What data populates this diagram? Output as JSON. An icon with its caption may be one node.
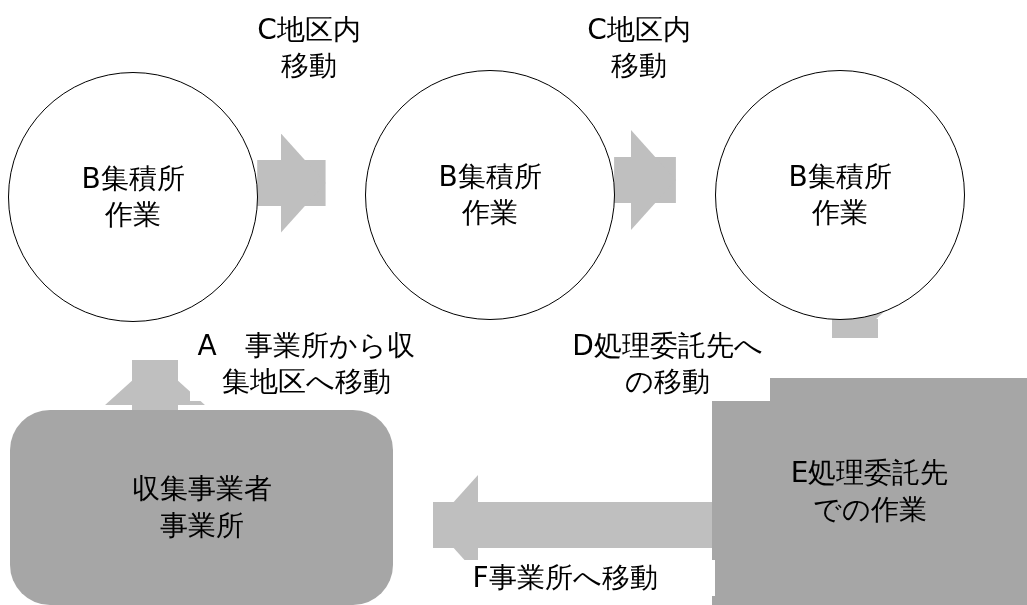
{
  "diagram": {
    "nodes": [
      {
        "text": [
          "B集積所作業"
        ]
      },
      {
        "text": [
          "B集積所作業"
        ]
      },
      {
        "text": [
          "B集積所作業"
        ]
      },
      {
        "text": [
          "収集事業者事業所"
        ]
      },
      {
        "text": [
          "E処理委託先での作業"
        ]
      }
    ],
    "edges": [
      {
        "from": 3,
        "to": 0,
        "arrow": "to",
        "label": "A　事業所から収集地区へ移動"
      },
      {
        "from": 0,
        "to": 1,
        "arrow": "to",
        "label": "C地区内移動"
      },
      {
        "from": 1,
        "to": 2,
        "arrow": "to",
        "label": "C地区内移動"
      },
      {
        "from": 2,
        "to": 4,
        "arrow": "to",
        "label": "D処理委託先への移動"
      },
      {
        "from": 4,
        "to": 3,
        "arrow": "to",
        "label": "F事業所へ移動"
      }
    ]
  }
}
